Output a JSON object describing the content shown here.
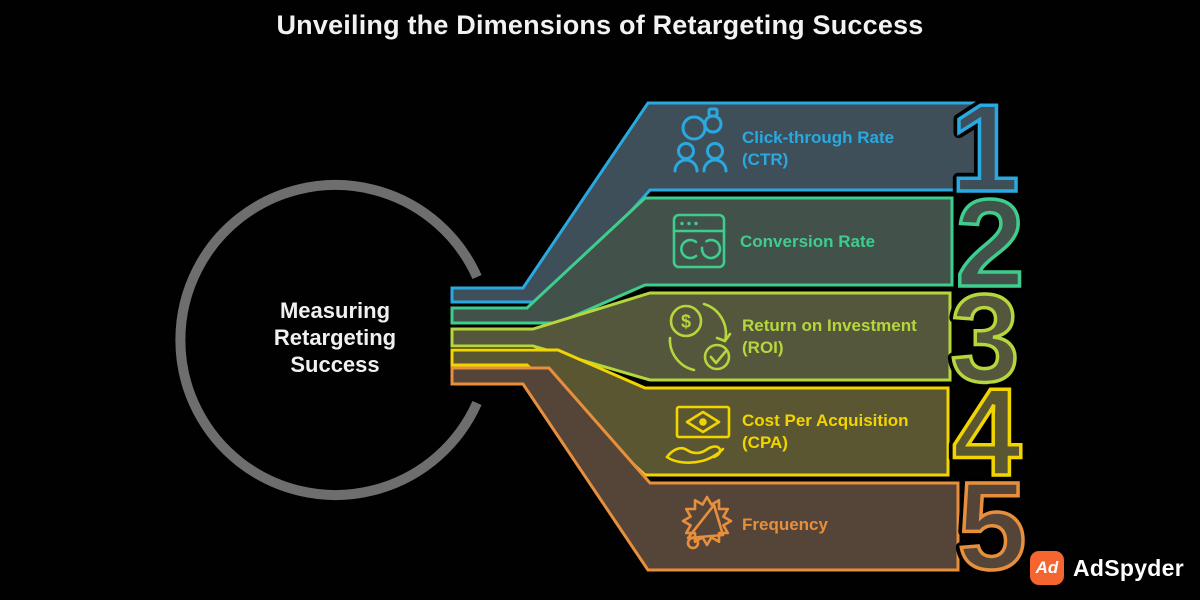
{
  "title": "Unveiling the Dimensions of Retargeting Success",
  "center": {
    "line1": "Measuring",
    "line2": "Retargeting",
    "line3": "Success"
  },
  "colors": {
    "background": "#010101",
    "ring": "#6e6e6e",
    "title_text": "#f2f2f2",
    "center_text": "#f0f0f0"
  },
  "bands": [
    {
      "number": "1",
      "label_line1": "Click-through Rate",
      "label_line2": "(CTR)",
      "icon": "users-rings-icon",
      "accent_color": "#2aa9e0",
      "fill_color": "#3e4f5a"
    },
    {
      "number": "2",
      "label_line1": "Conversion Rate",
      "icon": "browser-conversion-icon",
      "accent_color": "#3fcd8e",
      "fill_color": "#42514a"
    },
    {
      "number": "3",
      "label_line1": "Return on Investment",
      "label_line2": "(ROI)",
      "icon": "roi-cycle-icon",
      "accent_color": "#b6d63d",
      "fill_color": "#54573b",
      "icon_text": "$"
    },
    {
      "number": "4",
      "label_line1": "Cost Per Acquisition",
      "label_line2": "(CPA)",
      "icon": "money-hand-icon",
      "accent_color": "#f1d500",
      "fill_color": "#5a5631"
    },
    {
      "number": "5",
      "label_line1": "Frequency",
      "icon": "megaphone-badge-icon",
      "accent_color": "#e78f3d",
      "fill_color": "#554538"
    }
  ],
  "logo": {
    "mark": "Ad",
    "text": "AdSpyder",
    "color": "#f4652f"
  }
}
